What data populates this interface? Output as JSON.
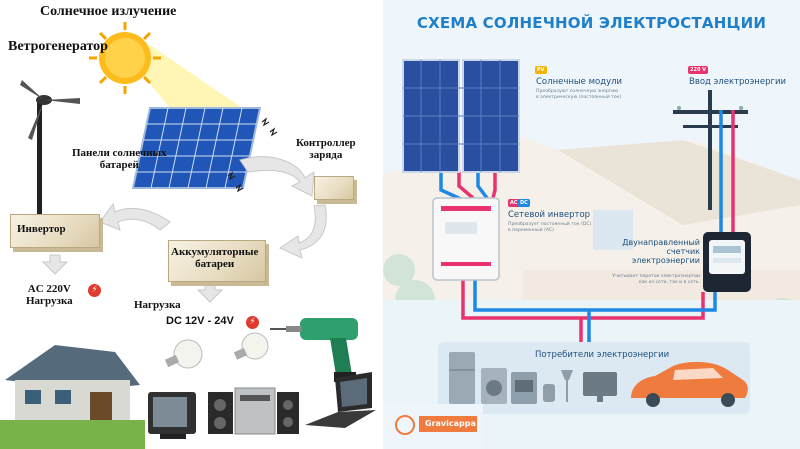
{
  "left": {
    "solar_radiation": "Солнечное излучение",
    "wind_generator": "Ветрогенератор",
    "solar_panels": "Панели солнечных\nбатарей",
    "charge_controller": "Контроллер\nзаряда",
    "inverter": "Инвертор",
    "batteries": "Аккумуляторные\nбатареи",
    "ac_label": "AC 220V\nНагрузка",
    "load_label": "Нагрузка",
    "dc_label": "DC 12V - 24V"
  },
  "right": {
    "title": "СХЕМА СОЛНЕЧНОЙ ЭЛЕКТРОСТАНЦИИ",
    "pv_tag": "PV",
    "solar_modules": "Солнечные модули",
    "solar_modules_desc": "Преобразуют солнечную энергию\nв электрическую (постоянный ток)",
    "v220_tag": "220 V",
    "power_input": "Ввод электроэнергии",
    "ac_tag": "AC",
    "dc_tag": "DC",
    "grid_inverter": "Сетевой инвертор",
    "grid_inverter_desc": "Преобразует постоянный ток (DC)\nв переменный (AC)",
    "bidirectional_meter": "Двунаправленный\nсчетчик\nэлектроэнергии",
    "meter_desc": "Учитывает переток  электроэнергии\nкак из сети, так и в сеть.",
    "consumers": "Потребители электроэнергии",
    "brand": "Gravicappa"
  },
  "colors": {
    "accent_blue": "#1f7fc8",
    "wire_red": "#e8336e",
    "wire_blue": "#1e88e5",
    "panel_blue": "#2b4fa0",
    "car_orange": "#f07b3f"
  }
}
